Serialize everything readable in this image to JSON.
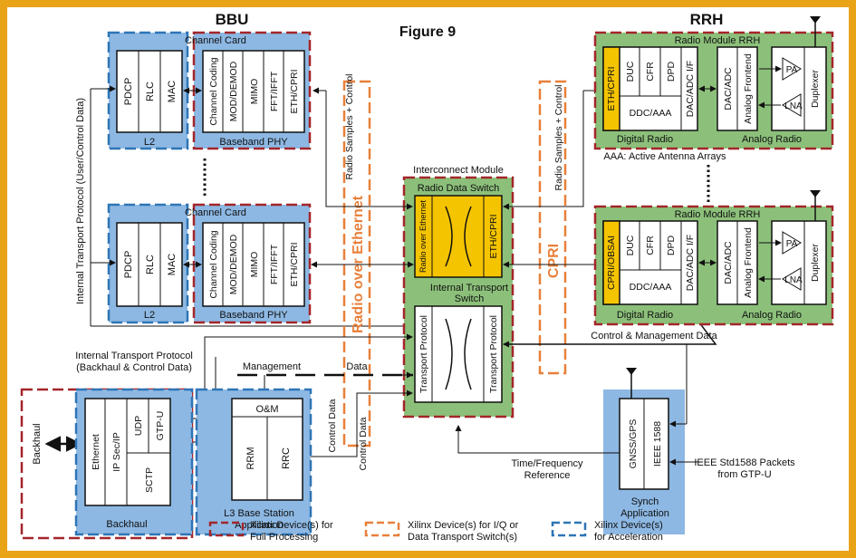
{
  "figure_title": "Figure 9",
  "headers": {
    "bbu": "BBU",
    "rrh": "RRH"
  },
  "channel_cards": [
    {
      "card_label": "Channel Card",
      "l2_layers": [
        "PDCP",
        "RLC",
        "MAC"
      ],
      "l2_label": "L2",
      "phy_layers": [
        "Channel Coding",
        "MOD/DEMOD",
        "MIMO",
        "FFT/IFFT",
        "ETH/CPRI"
      ],
      "phy_label": "Baseband PHY"
    },
    {
      "card_label": "Channel Card",
      "l2_layers": [
        "PDCP",
        "RLC",
        "MAC"
      ],
      "l2_label": "L2",
      "phy_layers": [
        "Channel Coding",
        "MOD/DEMOD",
        "MIMO",
        "FFT/IFFT",
        "ETH/CPRI"
      ],
      "phy_label": "Baseband PHY"
    }
  ],
  "vertical_labels": {
    "internal_transport": "Internal Transport Protocol (User/Control Data)",
    "radio_samples_1": "Radio Samples + Control",
    "radio_samples_2": "Radio Samples + Control",
    "radio_over_ethernet": "Radio over Ethernet",
    "cpri": "CPRI"
  },
  "interconnect": {
    "title": "Interconnect Module",
    "radio_switch_label": "Radio Data Switch",
    "switch_left": "Radio over Ethernet",
    "switch_right": "ETH/CPRI",
    "internal_switch_label": "Internal Transport Switch",
    "transport_left": "Transport Protocol",
    "transport_right": "Transport Protocol"
  },
  "radio_modules": [
    {
      "title": "Radio Module RRH",
      "interface": "ETH/CPRI",
      "dsp_blocks": [
        "DUC",
        "CFR",
        "DPD"
      ],
      "dac_adc_if": "DAC/ADC I/F",
      "ddc": "DDC/AAA",
      "digital_label": "Digital Radio",
      "dac_adc": "DAC/ADC",
      "frontend": "Analog Frontend",
      "pa": "PA",
      "lna": "LNA",
      "duplexer": "Duplexer",
      "analog_label": "Analog Radio",
      "note": "AAA: Active Antenna Arrays"
    },
    {
      "title": "Radio Module RRH",
      "interface": "CPRI/OBSAI",
      "dsp_blocks": [
        "DUC",
        "CFR",
        "DPD"
      ],
      "dac_adc_if": "DAC/ADC I/F",
      "ddc": "DDC/AAA",
      "digital_label": "Digital Radio",
      "dac_adc": "DAC/ADC",
      "frontend": "Analog Frontend",
      "pa": "PA",
      "lna": "LNA",
      "duplexer": "Duplexer",
      "analog_label": "Analog Radio",
      "note": "Control & Management Data"
    }
  ],
  "backhaul": {
    "outer_label": "Backhaul",
    "layers": [
      "Ethernet",
      "IP Sec/IP",
      "UDP",
      "GTP-U",
      "SCTP"
    ],
    "box_label": "Backhaul"
  },
  "l3": {
    "oam": "O&M",
    "rrm": "RRM",
    "rrc": "RRC",
    "label_line1": "L3 Base Station",
    "label_line2": "Application"
  },
  "synch": {
    "gnss": "GNSS/GPS",
    "ieee": "IEEE 1588",
    "label_line1": "Synch",
    "label_line2": "Application"
  },
  "annotations": {
    "backhaul_protocol_line1": "Internal Transport Protocol",
    "backhaul_protocol_line2": "(Backhaul & Control Data)",
    "management": "Management",
    "data": "Data",
    "control_data_1": "Control Data",
    "control_data_2": "Control Data",
    "time_freq_line1": "Time/Frequency",
    "time_freq_line2": "Reference",
    "ieee_packets_line1": "IEEE Std1588 Packets",
    "ieee_packets_line2": "from GTP-U"
  },
  "legend": [
    {
      "line1": "Xilinx Device(s) for",
      "line2": "Full Processing",
      "color": "#A3262A"
    },
    {
      "line1": "Xilinx Device(s) for I/Q or",
      "line2": "Data Transport Switch(s)",
      "color": "#E8803A"
    },
    {
      "line1": "Xilinx Device(s)",
      "line2": "for Acceleration",
      "color": "#2E75B6"
    }
  ],
  "colors": {
    "blue_fill": "#8DB8E3",
    "green_fill": "#8CC07A",
    "yellow_fill": "#F5C400",
    "red_dash": "#A3262A",
    "orange_dash": "#E8803A",
    "blue_dash": "#2E75B6",
    "frame": "#E8A317"
  }
}
